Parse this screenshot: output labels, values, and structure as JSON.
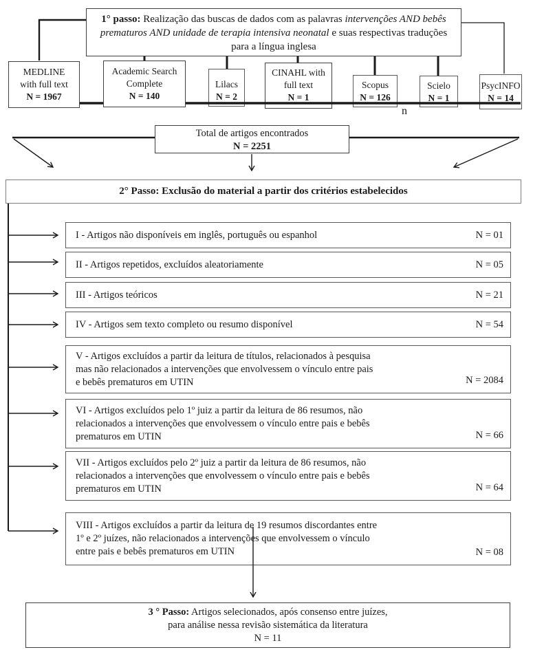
{
  "step1": {
    "bold": "1° passo:",
    "text_before_italic": " Realização das buscas de dados com as palavras ",
    "italic": "intervenções AND bebês prematuros AND unidade de terapia intensiva neonatal",
    "text_after_italic": " e suas respectivas traduções para a língua inglesa"
  },
  "databases": [
    {
      "name": "MEDLINE\nwith full text",
      "n": "N = 1967"
    },
    {
      "name": "Academic Search\nComplete",
      "n": "N = 140"
    },
    {
      "name": "Lilacs",
      "n": "N = 2"
    },
    {
      "name": "CINAHL with\nfull text",
      "n": "N = 1"
    },
    {
      "name": "Scopus",
      "n": "N = 126"
    },
    {
      "name": "Scielo",
      "n": "N = 1"
    },
    {
      "name": "PsycINFO",
      "n": "N = 14"
    }
  ],
  "stray_char": "n",
  "total": {
    "label": "Total de artigos encontrados",
    "n": "N = 2251"
  },
  "step2": {
    "label": "2° Passo: Exclusão do material a partir dos critérios estabelecidos"
  },
  "criteria": [
    {
      "text": "I - Artigos não disponíveis em inglês, português ou espanhol",
      "n": "N = 01"
    },
    {
      "text": "II - Artigos repetidos, excluídos aleatoriamente",
      "n": "N = 05"
    },
    {
      "text": "III - Artigos teóricos",
      "n": "N = 21"
    },
    {
      "text": "IV - Artigos sem texto completo ou resumo disponível",
      "n": "N = 54"
    },
    {
      "text": "V - Artigos excluídos a partir da leitura de títulos, relacionados à pesquisa\nmas não relacionados a intervenções que envolvessem o vínculo entre pais\ne bebês prematuros em UTIN",
      "n": "N = 2084"
    },
    {
      "text": "VI - Artigos excluídos pelo 1º juiz a partir da leitura de 86 resumos, não\nrelacionados a intervenções que envolvessem o vínculo entre pais e bebês\nprematuros em UTIN",
      "n": "N = 66"
    },
    {
      "text": "VII - Artigos excluídos pelo 2º juiz a partir da leitura de 86 resumos, não\nrelacionados a intervenções que envolvessem o vínculo entre pais e bebês\nprematuros em UTIN",
      "n": "N = 64"
    },
    {
      "text": "VIII - Artigos excluídos a partir da leitura de 19 resumos discordantes entre\n1º e 2º juízes, não relacionados a intervenções que envolvessem o vínculo\nentre pais e bebês prematuros em UTIN",
      "n": "N = 08"
    }
  ],
  "step3": {
    "bold": "3 ° Passo:",
    "line1_rest": " Artigos selecionados, após consenso entre juízes,",
    "line2": "para análise nessa revisão sistemática da literatura",
    "n": "N = 11"
  },
  "colors": {
    "line": "#1a1a1a",
    "border_dark": "#3f3f3f",
    "border_light": "#7d7d7d"
  }
}
